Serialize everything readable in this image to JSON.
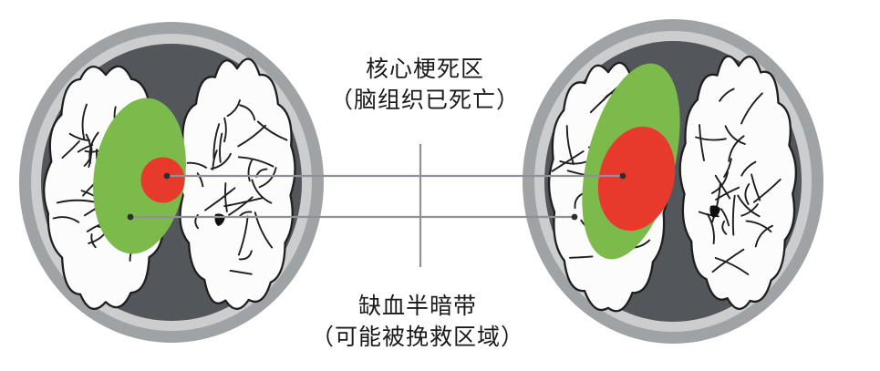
{
  "labels": {
    "infarct_core": {
      "line1": "核心梗死区",
      "line2": "（脑组织已死亡）"
    },
    "penumbra": {
      "line1": "缺血半暗带",
      "line2": "（可能被挽救区域）"
    }
  },
  "colors": {
    "penumbra_green": "#7cba4b",
    "infarct_red": "#e83a2c",
    "skull_outer_gray": "#a0a3a6",
    "skull_inner_gray": "#cbcdcf",
    "intracranial_dark": "#53565a",
    "brain_white": "#fcfcfc",
    "sulcus_black": "#1e1e1e",
    "leader_line_gray": "#8f9194",
    "leader_dot_dark": "#2f2f2f",
    "label_text": "#1a1a1a"
  }
}
